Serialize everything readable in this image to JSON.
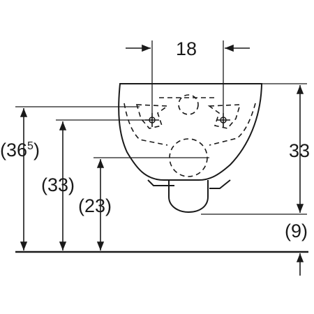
{
  "dimensions": {
    "center_spacing": "18",
    "rim_height_paren": "(36",
    "rim_height_superscript": "5",
    "rim_height_close": ")",
    "upper_fixing_height": "(33)",
    "lower_fixing_height": "(23)",
    "bowl_height": "33",
    "floor_gap": "(9)"
  },
  "colors": {
    "line": "#1a1a1a",
    "background": "#ffffff"
  }
}
